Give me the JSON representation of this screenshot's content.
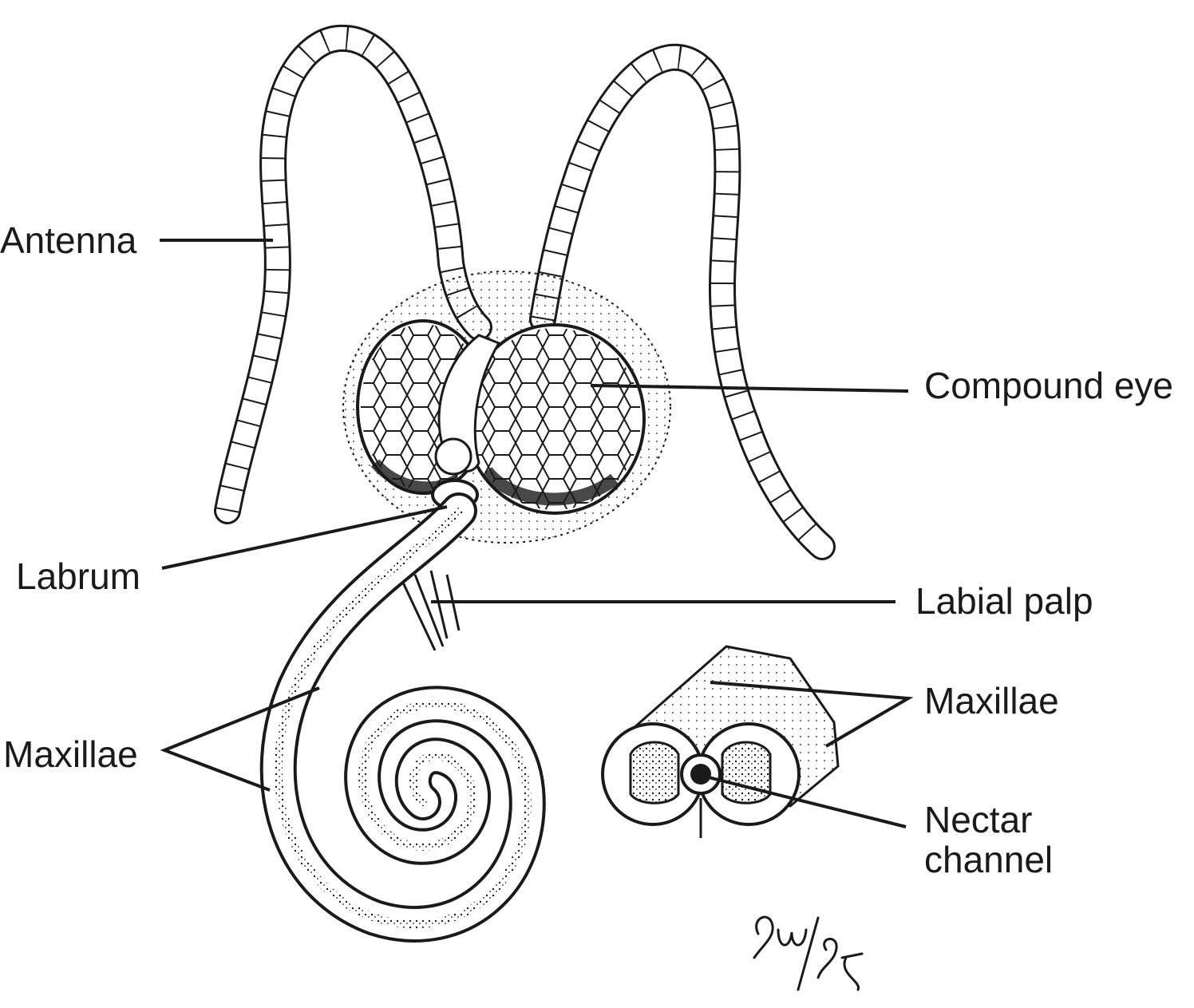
{
  "labels": {
    "antenna": "Antenna",
    "compound_eye": "Compound eye",
    "labrum": "Labrum",
    "labial_palp": "Labial palp",
    "maxillae_left": "Maxillae",
    "maxillae_right": "Maxillae",
    "nectar_line1": "Nectar",
    "nectar_line2": "channel"
  },
  "signature": "9ω/95",
  "colors": {
    "ink": "#1a1a1a",
    "background": "#ffffff"
  }
}
